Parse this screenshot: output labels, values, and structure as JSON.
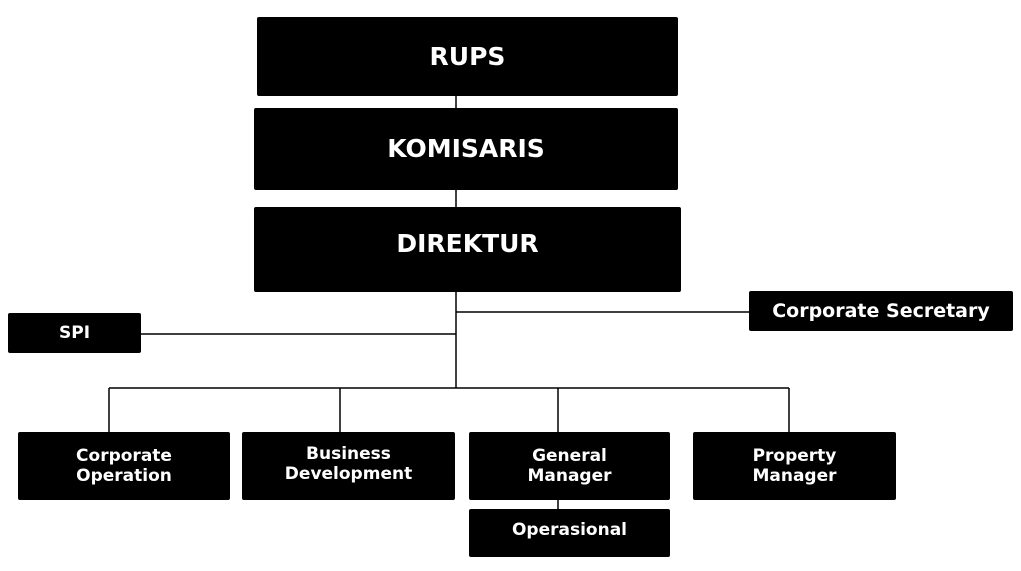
{
  "org_chart": {
    "nodes": {
      "rups": "RUPS",
      "komisaris": "KOMISARIS",
      "direktur": "DIREKTUR",
      "spi": "SPI",
      "corporate_secretary": "Corporate Secretary",
      "corporate_operation": "Corporate\nOperation",
      "business_development": "Business\nDevelopment",
      "general_manager": "General\nManager",
      "operasional": "Operasional",
      "property_manager": "Property\nManager"
    },
    "colors": {
      "box_fill": "#000000",
      "box_text": "#ffffff",
      "connector": "#000000",
      "background": "#ffffff"
    }
  }
}
